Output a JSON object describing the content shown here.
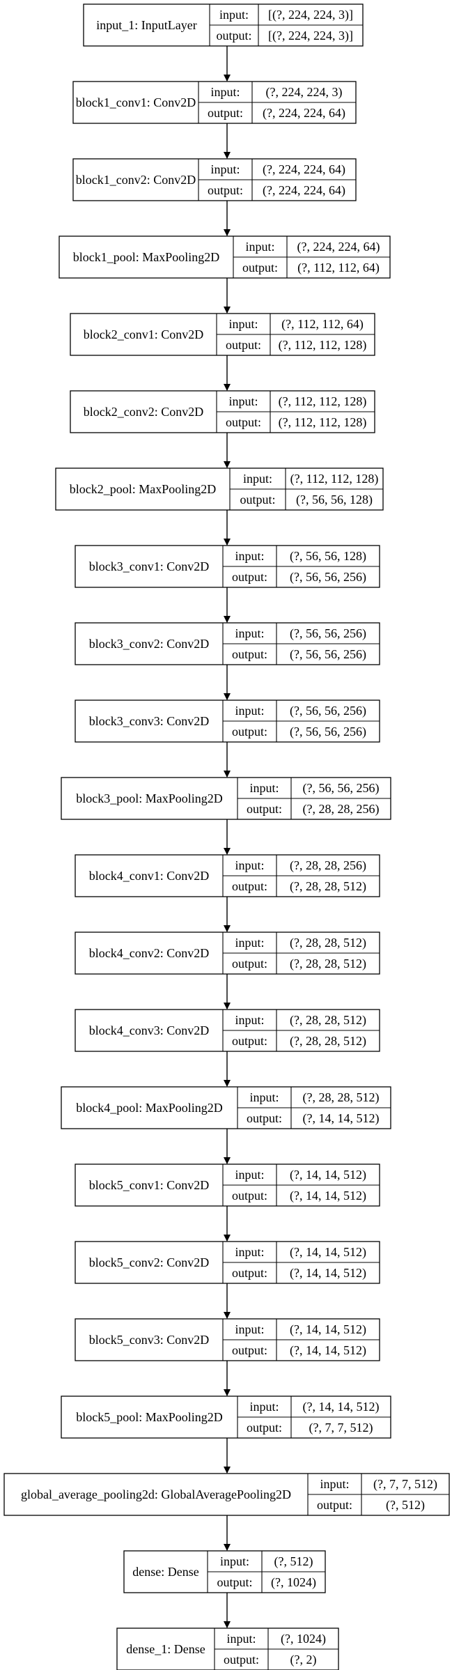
{
  "layers": [
    {
      "name": "input_1: InputLayer",
      "input_label": "input:",
      "input_value": "[(?, 224, 224, 3)]",
      "output_label": "output:",
      "output_value": "[(?, 224, 224, 3)]"
    },
    {
      "name": "block1_conv1: Conv2D",
      "input_label": "input:",
      "input_value": "(?, 224, 224, 3)",
      "output_label": "output:",
      "output_value": "(?, 224, 224, 64)"
    },
    {
      "name": "block1_conv2: Conv2D",
      "input_label": "input:",
      "input_value": "(?, 224, 224, 64)",
      "output_label": "output:",
      "output_value": "(?, 224, 224, 64)"
    },
    {
      "name": "block1_pool: MaxPooling2D",
      "input_label": "input:",
      "input_value": "(?, 224, 224, 64)",
      "output_label": "output:",
      "output_value": "(?, 112, 112, 64)"
    },
    {
      "name": "block2_conv1: Conv2D",
      "input_label": "input:",
      "input_value": "(?, 112, 112, 64)",
      "output_label": "output:",
      "output_value": "(?, 112, 112, 128)"
    },
    {
      "name": "block2_conv2: Conv2D",
      "input_label": "input:",
      "input_value": "(?, 112, 112, 128)",
      "output_label": "output:",
      "output_value": "(?, 112, 112, 128)"
    },
    {
      "name": "block2_pool: MaxPooling2D",
      "input_label": "input:",
      "input_value": "(?, 112, 112, 128)",
      "output_label": "output:",
      "output_value": "(?, 56, 56, 128)"
    },
    {
      "name": "block3_conv1: Conv2D",
      "input_label": "input:",
      "input_value": "(?, 56, 56, 128)",
      "output_label": "output:",
      "output_value": "(?, 56, 56, 256)"
    },
    {
      "name": "block3_conv2: Conv2D",
      "input_label": "input:",
      "input_value": "(?, 56, 56, 256)",
      "output_label": "output:",
      "output_value": "(?, 56, 56, 256)"
    },
    {
      "name": "block3_conv3: Conv2D",
      "input_label": "input:",
      "input_value": "(?, 56, 56, 256)",
      "output_label": "output:",
      "output_value": "(?, 56, 56, 256)"
    },
    {
      "name": "block3_pool: MaxPooling2D",
      "input_label": "input:",
      "input_value": "(?, 56, 56, 256)",
      "output_label": "output:",
      "output_value": "(?, 28, 28, 256)"
    },
    {
      "name": "block4_conv1: Conv2D",
      "input_label": "input:",
      "input_value": "(?, 28, 28, 256)",
      "output_label": "output:",
      "output_value": "(?, 28, 28, 512)"
    },
    {
      "name": "block4_conv2: Conv2D",
      "input_label": "input:",
      "input_value": "(?, 28, 28, 512)",
      "output_label": "output:",
      "output_value": "(?, 28, 28, 512)"
    },
    {
      "name": "block4_conv3: Conv2D",
      "input_label": "input:",
      "input_value": "(?, 28, 28, 512)",
      "output_label": "output:",
      "output_value": "(?, 28, 28, 512)"
    },
    {
      "name": "block4_pool: MaxPooling2D",
      "input_label": "input:",
      "input_value": "(?, 28, 28, 512)",
      "output_label": "output:",
      "output_value": "(?, 14, 14, 512)"
    },
    {
      "name": "block5_conv1: Conv2D",
      "input_label": "input:",
      "input_value": "(?, 14, 14, 512)",
      "output_label": "output:",
      "output_value": "(?, 14, 14, 512)"
    },
    {
      "name": "block5_conv2: Conv2D",
      "input_label": "input:",
      "input_value": "(?, 14, 14, 512)",
      "output_label": "output:",
      "output_value": "(?, 14, 14, 512)"
    },
    {
      "name": "block5_conv3: Conv2D",
      "input_label": "input:",
      "input_value": "(?, 14, 14, 512)",
      "output_label": "output:",
      "output_value": "(?, 14, 14, 512)"
    },
    {
      "name": "block5_pool: MaxPooling2D",
      "input_label": "input:",
      "input_value": "(?, 14, 14, 512)",
      "output_label": "output:",
      "output_value": "(?, 7, 7, 512)"
    },
    {
      "name": "global_average_pooling2d: GlobalAveragePooling2D",
      "input_label": "input:",
      "input_value": "(?, 7, 7, 512)",
      "output_label": "output:",
      "output_value": "(?, 512)"
    },
    {
      "name": "dense: Dense",
      "input_label": "input:",
      "input_value": "(?, 512)",
      "output_label": "output:",
      "output_value": "(?, 1024)"
    },
    {
      "name": "dense_1: Dense",
      "input_label": "input:",
      "input_value": "(?, 1024)",
      "output_label": "output:",
      "output_value": "(?, 2)"
    }
  ]
}
